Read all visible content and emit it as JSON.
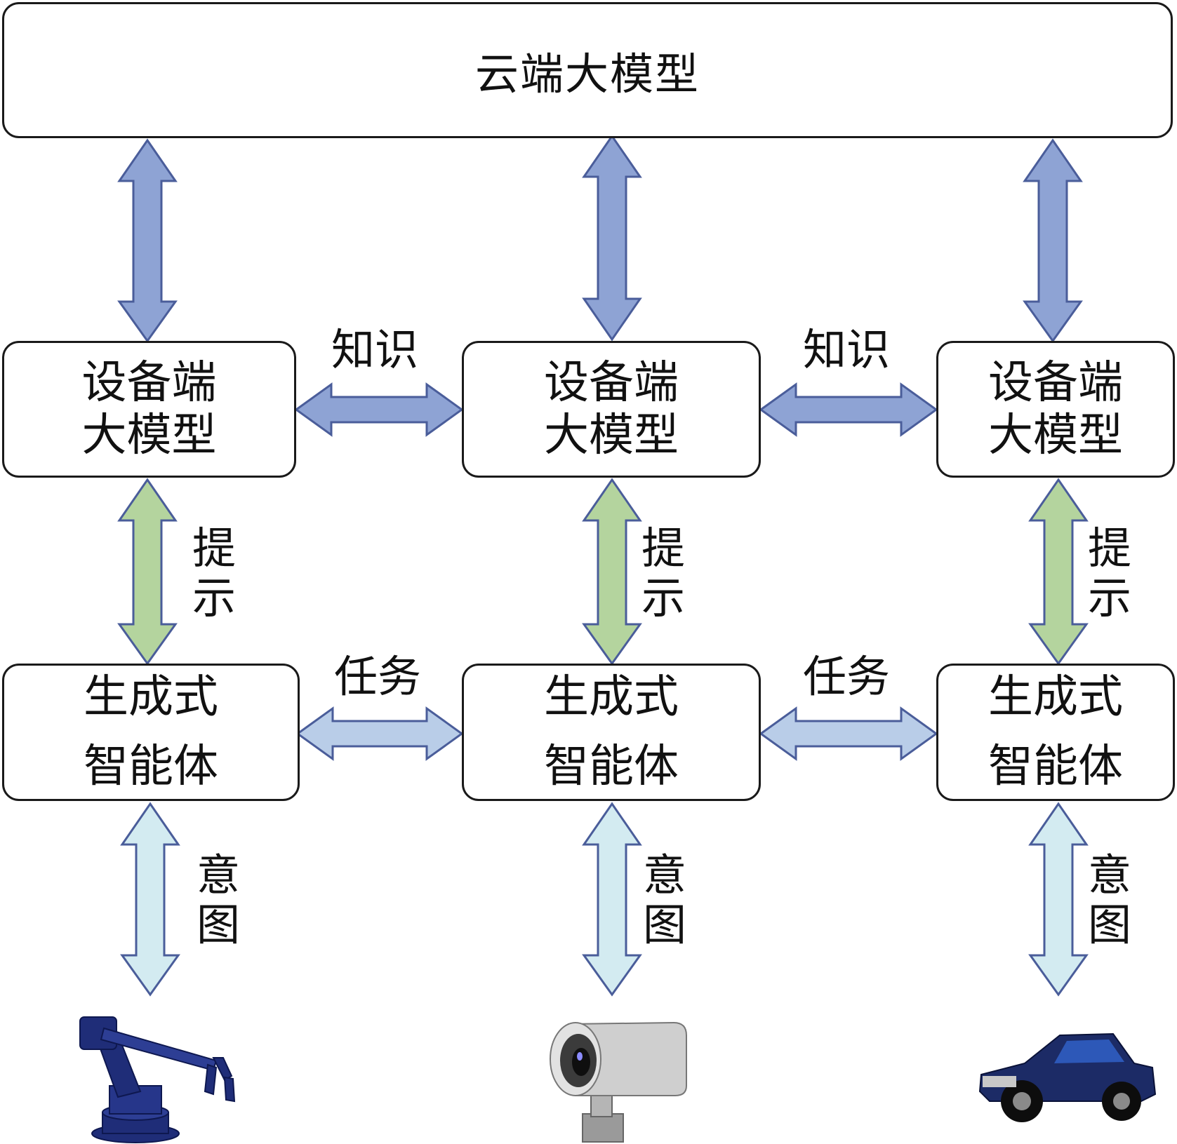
{
  "cloud_model": {
    "label": "云端大模型"
  },
  "device_models": [
    {
      "line1": "设备端",
      "line2": "大模型"
    },
    {
      "line1": "设备端",
      "line2": "大模型"
    },
    {
      "line1": "设备端",
      "line2": "大模型"
    }
  ],
  "agents": [
    {
      "line1": "生成式",
      "line2": "智能体"
    },
    {
      "line1": "生成式",
      "line2": "智能体"
    },
    {
      "line1": "生成式",
      "line2": "智能体"
    }
  ],
  "labels": {
    "knowledge": "知识",
    "task": "任务",
    "prompt": [
      "提",
      "示"
    ],
    "intent": [
      "意",
      "图"
    ]
  },
  "devices": [
    {
      "icon": "robot-arm-icon"
    },
    {
      "icon": "security-camera-icon"
    },
    {
      "icon": "car-icon"
    }
  ],
  "colors": {
    "cloud_arrow": "#8ea3d4",
    "knowledge_arrow": "#8ea3d4",
    "prompt_arrow": "#b4d49e",
    "task_arrow": "#b9cde8",
    "intent_arrow": "#d3ebf1",
    "arrow_stroke": "#4a5d9a",
    "robot": "#1f2d78",
    "car": "#1c2b66"
  }
}
